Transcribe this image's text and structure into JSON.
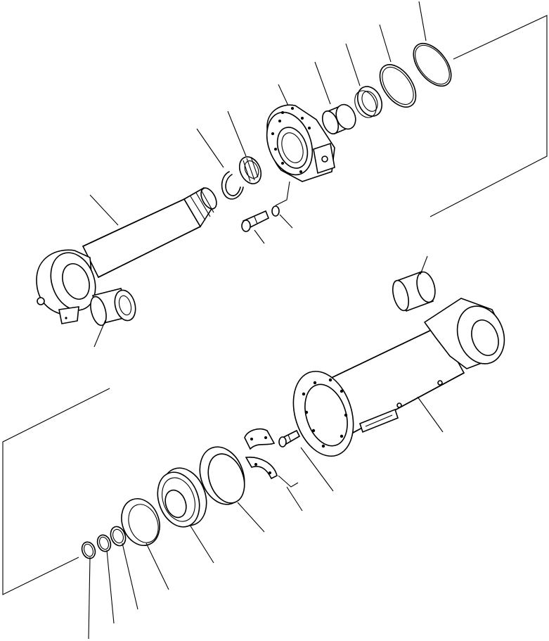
{
  "figure": {
    "type": "exploded-parts-diagram",
    "labels_printed": false,
    "parts": [
      "piston-rod",
      "rod-bushing",
      "snap-ring",
      "bushing-assembly",
      "cylinder-head",
      "bolt",
      "washer",
      "head-bushing",
      "rod-seal",
      "backup-ring",
      "o-ring",
      "cylinder-tube",
      "bottom-bushing",
      "head-bolt",
      "half-ring",
      "wear-ring",
      "piston",
      "piston-ring",
      "piston-seal",
      "seal-ring",
      "retainer-ring"
    ]
  }
}
